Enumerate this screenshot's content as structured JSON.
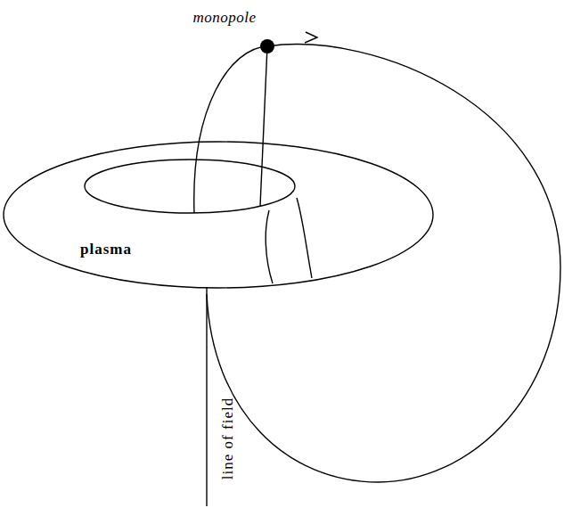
{
  "diagram": {
    "nodes": [
      {
        "text": [
          "plasma"
        ]
      }
    ],
    "labels": [
      "monopole",
      "line of field"
    ]
  }
}
